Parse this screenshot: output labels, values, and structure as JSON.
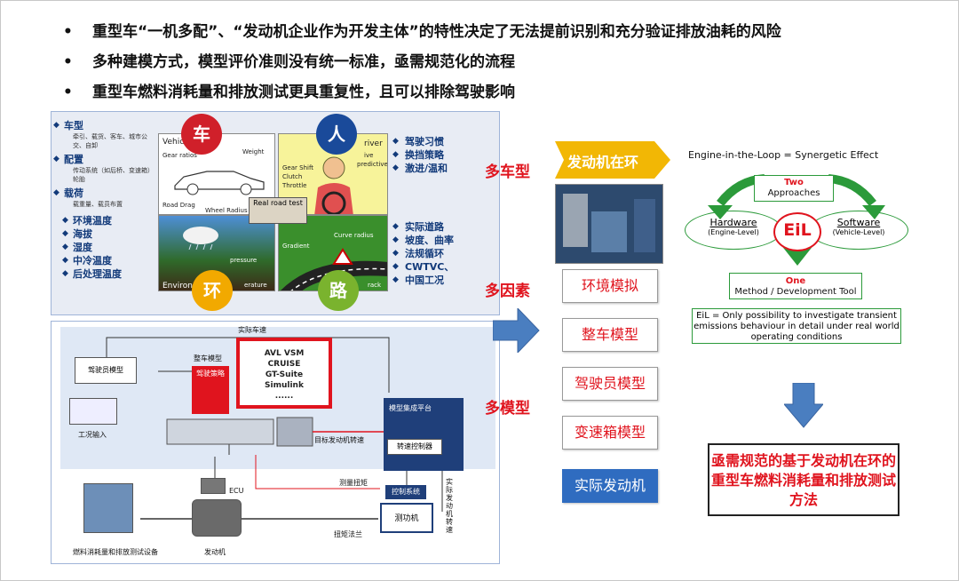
{
  "bullets": [
    "重型车“一机多配”、“发动机企业作为开发主体”的特性决定了无法提前识别和充分验证排放油耗的风险",
    "多种建模方式，模型评价准则没有统一标准，亟需规范化的流程",
    "重型车燃料消耗量和排放测试更具重复性，且可以排除驾驶影响"
  ],
  "bullet_marker": "•",
  "factors": {
    "left": {
      "vehicle_type": "车型",
      "vehicle_sub": "牵引、载货、客车、城市公交、自卸",
      "config": "配置",
      "config_sub": "传动系统（如后桥、变速箱）",
      "config_sub2": "轮胎",
      "load": "载荷",
      "load_sub": "载重量、载员布置",
      "env_items": [
        "环境温度",
        "海拔",
        "湿度",
        "中冷温度",
        "后处理温度"
      ]
    },
    "right_top": [
      "驾驶习惯",
      "换挡策略",
      "激进/温和"
    ],
    "right_bot": [
      "实际道路",
      "坡度、曲率",
      "法规循环",
      "CWTVC、",
      "中国工况"
    ],
    "circles": [
      "车",
      "人",
      "环",
      "路"
    ],
    "quad_labels": {
      "vehicle": "Vehicle",
      "weight": "Weight",
      "gear_ratio": "Gear ratios",
      "road_drag": "Road Drag",
      "wheel_radius": "Wheel Radius",
      "driver": "river",
      "aggr": "ive",
      "predictive": "predictive",
      "gear_shift": "Gear Shift",
      "clutch": "Clutch",
      "throttle": "Throttle",
      "pressure": "pressure",
      "environ": "Environ",
      "erature": "erature",
      "gradient": "Gradient",
      "curve_radius": "Curve radius",
      "track": "rack"
    },
    "real_road": "Real road test"
  },
  "system": {
    "actual_speed": "实际车速",
    "vehicle_model": "整车模型",
    "driver_model": "驾驶员模型",
    "driving_strategy": "驾驶策略",
    "tools": [
      "AVL VSM",
      "CRUISE",
      "GT-Suite",
      "Simulink",
      "......"
    ],
    "condition_input": "工况输入",
    "ecu": "ECU",
    "platform": "模型集成平台",
    "target_speed": "目标发动机转速",
    "speed_controller": "转速控制器",
    "measured_torque": "测量扭矩",
    "control_system": "控制系统",
    "dyno": "测功机",
    "actual_engine_speed": "实际发动机转速",
    "torque_clutch": "扭矩法兰",
    "equipment": "燃料消耗量和排放测试设备",
    "engine": "发动机"
  },
  "middle": {
    "labels": [
      "多车型",
      "多因素",
      "多模型"
    ],
    "chevron": "发动机在环",
    "models": [
      "环境模拟",
      "整车模型",
      "驾驶员模型",
      "变速箱模型",
      "实际发动机"
    ]
  },
  "right": {
    "title": "Engine-in-the-Loop = Synergetic Effect",
    "two": "Two",
    "approaches": "Approaches",
    "hardware": "Hardware",
    "engine_level": "(Engine-Level)",
    "eil": "EiL",
    "software": "Software",
    "vehicle_level": "(Vehicle-Level)",
    "one": "One",
    "method": "Method / Development Tool",
    "note": "EiL = Only possibility to investigate transient emissions behaviour in detail under real world operating conditions",
    "conclusion": "亟需规范的基于发动机在环的重型车燃料消耗量和排放测试方法"
  },
  "colors": {
    "red": "#e0141e",
    "navy": "#1f3f7a",
    "blue": "#2f6cc0",
    "green": "#2b9a3a",
    "circle_car": "#d0202a",
    "circle_person": "#1a4a9a",
    "circle_env": "#f2a900",
    "circle_road": "#7ab32e"
  }
}
